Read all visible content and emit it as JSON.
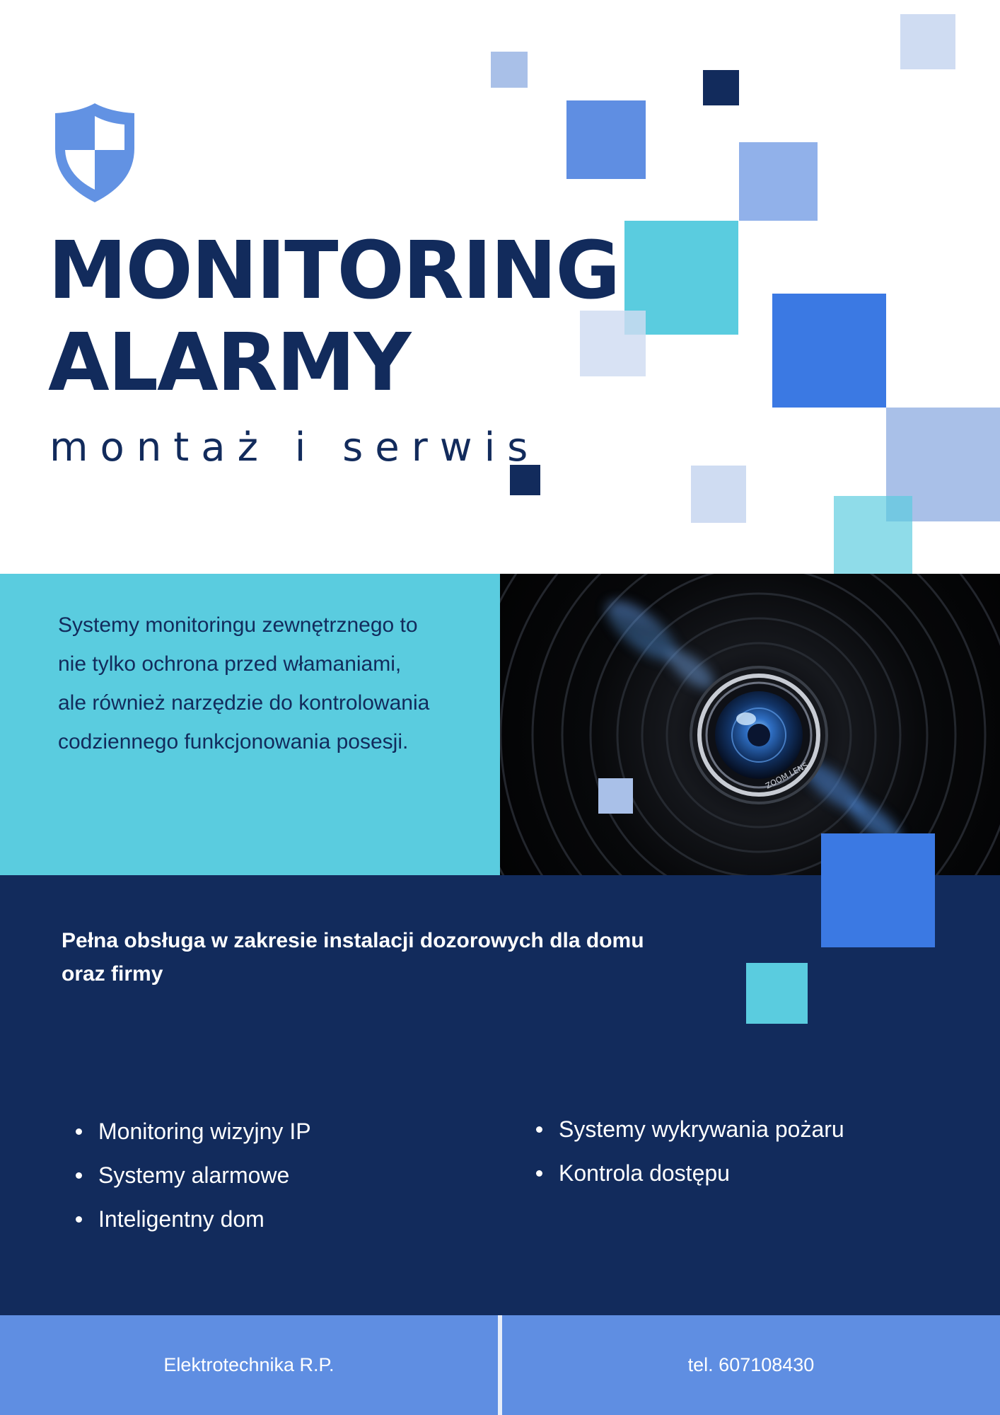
{
  "header": {
    "title_line1": "MONITORING",
    "title_line2": "ALARMY",
    "subtitle": "montaż i serwis"
  },
  "intro": {
    "lines": [
      "Systemy monitoringu zewnętrznego to",
      "nie tylko ochrona przed włamaniami,",
      "ale również narzędzie do kontrolowania",
      "codziennego funkcjonowania posesji."
    ]
  },
  "camera_photo": {
    "lens_text": "ZOOM LENS"
  },
  "services": {
    "lead_line1": "Pełna obsługa w zakresie instalacji dozorowych dla domu",
    "lead_line2": "oraz firmy",
    "left": [
      "Monitoring wizyjny IP",
      "Systemy alarmowe",
      "Inteligentny dom"
    ],
    "right": [
      "Systemy wykrywania pożaru",
      "Kontrola dostępu"
    ]
  },
  "footer": {
    "company": "Elektrotechnika R.P.",
    "phone": "tel. 607108430"
  },
  "colors": {
    "navy": "#122b5c",
    "teal": "#5accdf",
    "blue": "#5f8ee2",
    "royal_blue": "#3b79e3",
    "light_blue": "#a9c0e8",
    "pale_blue": "#cfdcf2"
  },
  "icons": [
    "shield-icon"
  ]
}
